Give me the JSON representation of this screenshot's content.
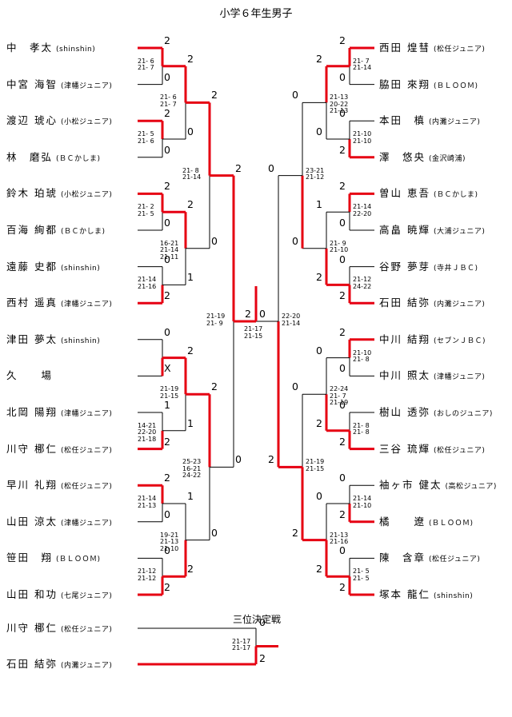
{
  "title": "小学６年生男子",
  "third_place_title": "三位決定戦",
  "left_players": [
    {
      "name": "中　孝太",
      "team": "(shinshin)"
    },
    {
      "name": "中宮 海智",
      "team": "(津幡ジュニア)"
    },
    {
      "name": "渡辺 琥心",
      "team": "(小松ジュニア)"
    },
    {
      "name": "林　磨弘",
      "team": "(ＢＣかしま)"
    },
    {
      "name": "鈴木 珀琥",
      "team": "(小松ジュニア)"
    },
    {
      "name": "百海 絢都",
      "team": "(ＢＣかしま)"
    },
    {
      "name": "遠藤 史都",
      "team": "(shinshin)"
    },
    {
      "name": "西村 遥真",
      "team": "(津幡ジュニア)"
    },
    {
      "name": "津田 夢太",
      "team": "(shinshin)"
    },
    {
      "name": "久　　場",
      "team": ""
    },
    {
      "name": "北岡 陽翔",
      "team": "(津幡ジュニア)"
    },
    {
      "name": "川守 梛仁",
      "team": "(松任ジュニア)"
    },
    {
      "name": "早川 礼翔",
      "team": "(松任ジュニア)"
    },
    {
      "name": "山田 涼太",
      "team": "(津幡ジュニア)"
    },
    {
      "name": "笹田　翔",
      "team": "(ＢＬＯＯＭ)"
    },
    {
      "name": "山田 和功",
      "team": "(七尾ジュニア)"
    }
  ],
  "right_players": [
    {
      "name": "西田 煌彗",
      "team": "(松任ジュニア)"
    },
    {
      "name": "脇田 來翔",
      "team": "(ＢＬＯＯＭ)"
    },
    {
      "name": "本田　槙",
      "team": "(内灘ジュニア)"
    },
    {
      "name": "澤　悠央",
      "team": "(金沢崎浦)"
    },
    {
      "name": "曽山 恵吾",
      "team": "(ＢＣかしま)"
    },
    {
      "name": "高畠 暁輝",
      "team": "(大浦ジュニア)"
    },
    {
      "name": "谷野 夢芽",
      "team": "(寺井ＪＢＣ)"
    },
    {
      "name": "石田 結弥",
      "team": "(内灘ジュニア)"
    },
    {
      "name": "中川 結翔",
      "team": "(セブンＪＢＣ)"
    },
    {
      "name": "中川 照太",
      "team": "(津幡ジュニア)"
    },
    {
      "name": "樹山 透弥",
      "team": "(おしのジュニア)"
    },
    {
      "name": "三谷 琉輝",
      "team": "(松任ジュニア)"
    },
    {
      "name": "袖ヶ市 健太",
      "team": "(高松ジュニア)"
    },
    {
      "name": "橘　　遼",
      "team": "(ＢＬＯＯＭ)"
    },
    {
      "name": "陳　含章",
      "team": "(松任ジュニア)"
    },
    {
      "name": "塚本 龍仁",
      "team": "(shinshin)"
    }
  ],
  "third_place_players": [
    {
      "name": "川守 梛仁",
      "team": "(松任ジュニア)"
    },
    {
      "name": "石田 結弥",
      "team": "(内灘ジュニア)"
    }
  ],
  "scores": {
    "left_r1": [
      "2",
      "0",
      "2",
      "0",
      "2",
      "0",
      "0",
      "2",
      "0",
      "X",
      "1",
      "2",
      "2",
      "0",
      "0",
      "2"
    ],
    "left_r2": [
      "2",
      "0",
      "2",
      "1",
      "2",
      "1",
      "1",
      "2"
    ],
    "left_r3": [
      "2",
      "0",
      "2",
      "0"
    ],
    "left_r4": [
      "2",
      "0"
    ],
    "right_r1": [
      "2",
      "0",
      "0",
      "2",
      "2",
      "0",
      "0",
      "2",
      "2",
      "0",
      "0",
      "2",
      "0",
      "2",
      "0",
      "2"
    ],
    "right_r2": [
      "2",
      "0",
      "1",
      "2",
      "0",
      "2",
      "0",
      "2"
    ],
    "right_r3": [
      "0",
      "0",
      "0",
      "2"
    ],
    "right_r4": [
      "0",
      "2"
    ],
    "final": [
      "2",
      "0"
    ],
    "third": [
      "0",
      "2"
    ]
  },
  "game_scores": {
    "l1a": "21- 6\n21- 7",
    "l1b": "21- 5\n21- 6",
    "l1c": "21- 2\n21- 5",
    "l1d": "21-14\n21-16",
    "l1e": "",
    "l1f": "14-21\n22-20\n21-18",
    "l1g": "21-14\n21-13",
    "l1h": "21-12\n21-12",
    "l2a": "21- 6\n21- 7",
    "l2b": "16-21\n21-14\n21-11",
    "l2c": "21-19\n21-15",
    "l2d": "19-21\n21-13\n21-10",
    "l3a": "21- 8\n21-14",
    "l3b": "25-23\n16-21\n24-22",
    "l4": "21-19\n21- 9",
    "fin": "21-17\n21-15",
    "r4": "22-20\n21-14",
    "r3a": "23-21\n21-12",
    "r3b": "21-19\n21-15",
    "r2a": "21-13\n20-22\n21-13",
    "r2b": "21- 9\n21-10",
    "r2c": "22-24\n21- 7\n21-19",
    "r2d": "21-13\n21-16",
    "r1a": "21- 7\n21-14",
    "r1b": "21-10\n21-10",
    "r1c": "21-14\n22-20",
    "r1d": "21-12\n24-22",
    "r1e": "21-10\n21- 8",
    "r1f": "21- 8\n21- 8",
    "r1g": "21-14\n21-10",
    "r1h": "21- 5\n21- 5",
    "tp": "21-17\n21-17"
  },
  "colors": {
    "win": "#e60012",
    "line": "#000000"
  }
}
